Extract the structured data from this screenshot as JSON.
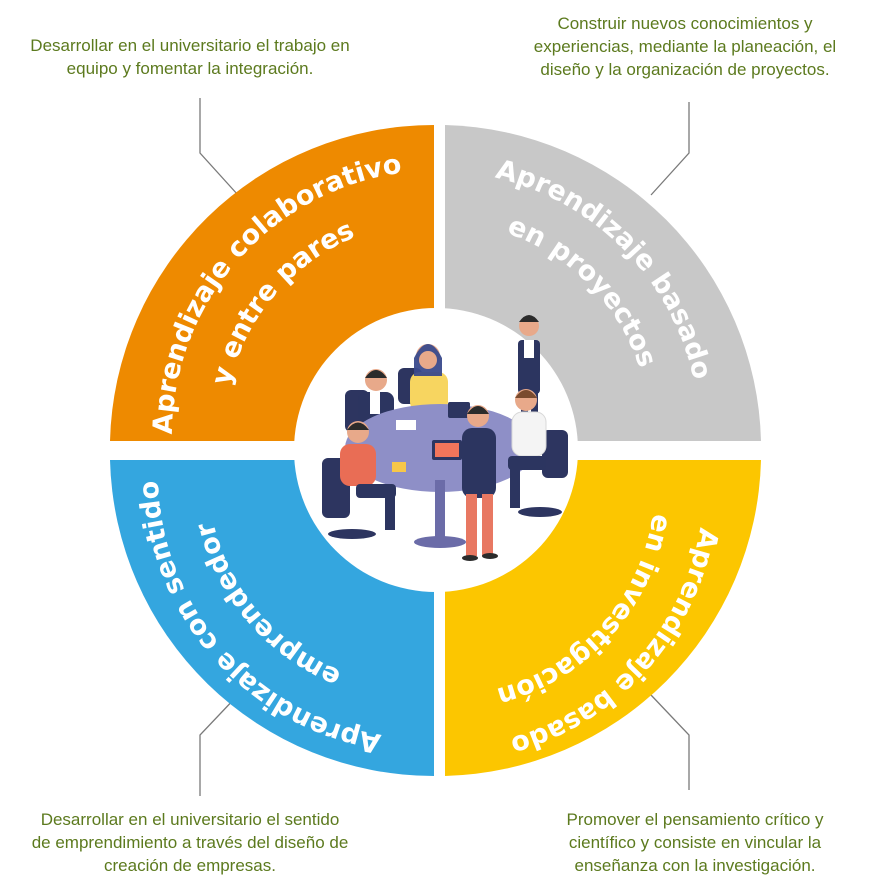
{
  "descriptions": {
    "top_left": [
      "Desarrollar en el universitario el trabajo en",
      "equipo y fomentar la integración."
    ],
    "top_right": [
      "Construir nuevos conocimientos y",
      "experiencias, mediante la planeación, el",
      "diseño y la organización de proyectos."
    ],
    "bottom_left": [
      "Desarrollar en el universitario el sentido",
      "de emprendimiento a través del diseño de",
      "creación de empresas."
    ],
    "bottom_right": [
      "Promover el pensamiento crítico y",
      "científico y consiste en vincular la",
      "enseñanza con la investigación."
    ]
  },
  "quadrants": {
    "top_left": {
      "line1": "Aprendizaje colaborativo",
      "line2": "y entre pares",
      "color": "#ee8a00"
    },
    "top_right": {
      "line1": "Aprendizaje basado",
      "line2": "en proyectos",
      "color": "#c8c8c8"
    },
    "bottom_left": {
      "line1": "Aprendizaje con sentido",
      "line2": "emprendedor",
      "color": "#34a6df"
    },
    "bottom_right": {
      "line1": "Aprendizaje basado",
      "line2": "en investigación",
      "color": "#fcc600"
    }
  },
  "colors": {
    "text": "#5c7a1e",
    "connector": "#7a7a7a",
    "table": "#8e8fc7"
  }
}
